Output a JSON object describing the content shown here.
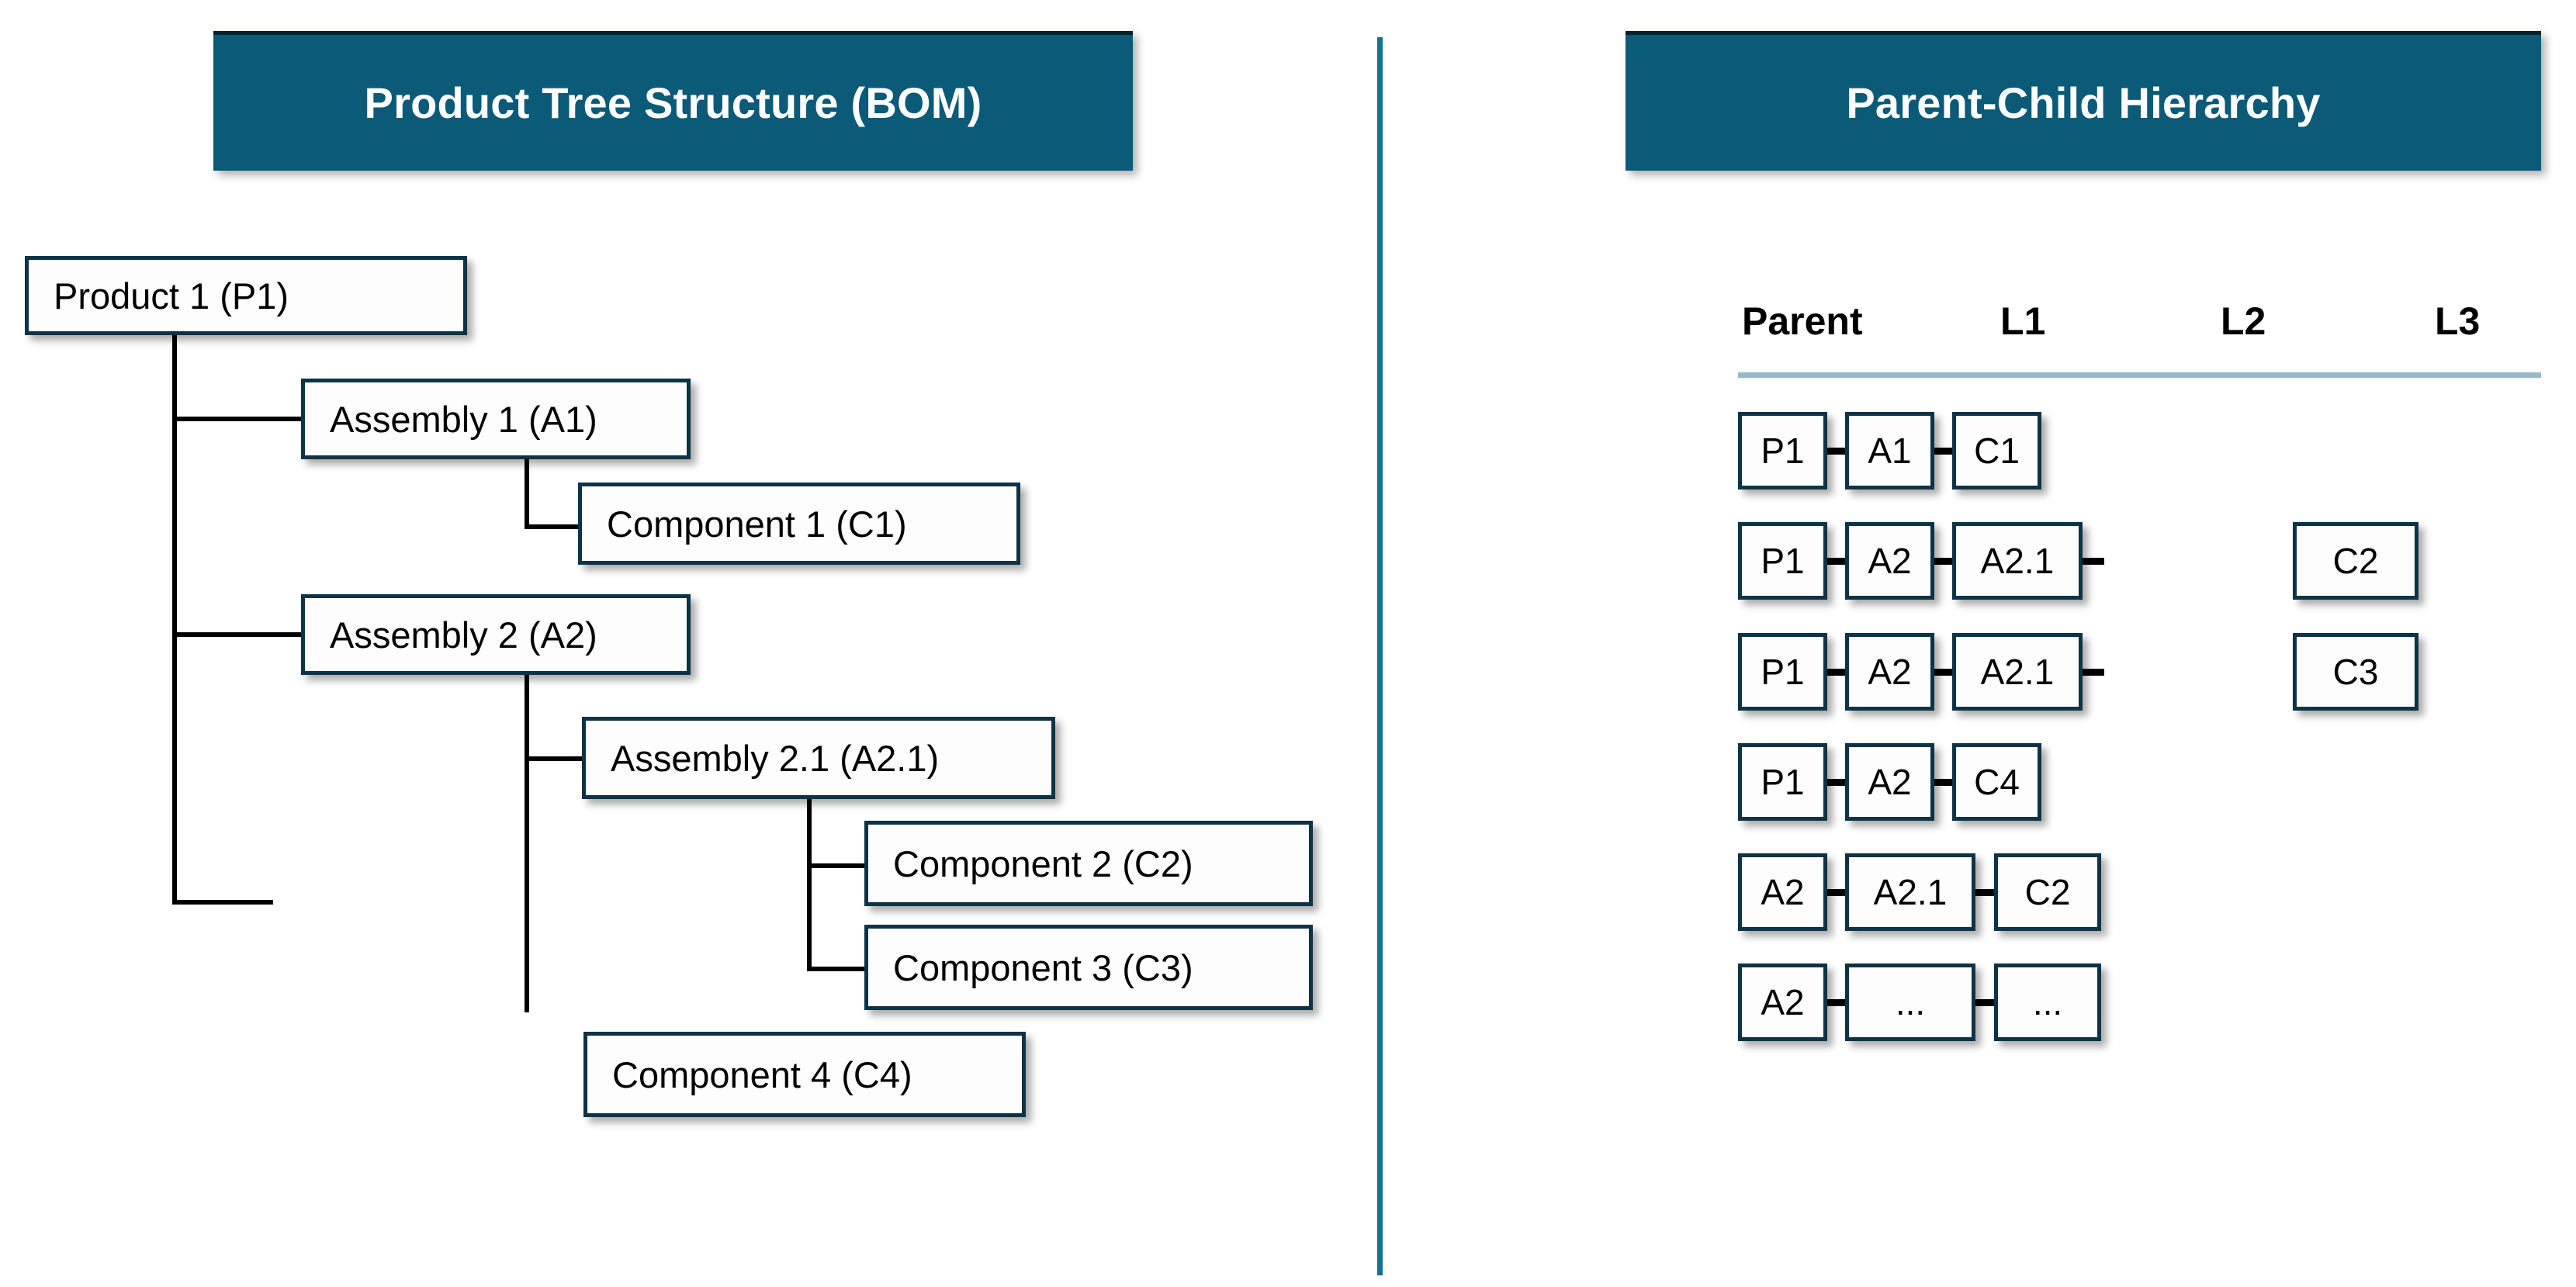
{
  "page": {
    "background_color": "#ffffff",
    "accent_color": "#0b5a78",
    "divider_color": "#16708f",
    "box_border_color": "#0d3347",
    "header_rule_color": "#96b9c9"
  },
  "left_panel": {
    "banner_title": "Product Tree Structure (BOM)",
    "tree_nodes": [
      {
        "id": "p1",
        "label": "Product 1 (P1)",
        "level": 0
      },
      {
        "id": "a1",
        "label": "Assembly 1 (A1)",
        "level": 1
      },
      {
        "id": "c1",
        "label": "Component 1 (C1)",
        "level": 2
      },
      {
        "id": "a2",
        "label": "Assembly 2 (A2)",
        "level": 1
      },
      {
        "id": "a21",
        "label": "Assembly 2.1 (A2.1)",
        "level": 2
      },
      {
        "id": "c2",
        "label": "Component 2 (C2)",
        "level": 3
      },
      {
        "id": "c3",
        "label": "Component 3 (C3)",
        "level": 3
      },
      {
        "id": "c4",
        "label": "Component 4 (C4)",
        "level": 2
      }
    ]
  },
  "right_panel": {
    "banner_title": "Parent-Child Hierarchy",
    "table": {
      "columns": [
        "Parent",
        "L1",
        "L2",
        "L3"
      ],
      "rows": [
        {
          "parent": "P1",
          "l1": "A1",
          "l2": "C1",
          "l3": ""
        },
        {
          "parent": "P1",
          "l1": "A2",
          "l2": "A2.1",
          "l3": "C2"
        },
        {
          "parent": "P1",
          "l1": "A2",
          "l2": "A2.1",
          "l3": "C3"
        },
        {
          "parent": "P1",
          "l1": "A2",
          "l2": "C4",
          "l3": ""
        },
        {
          "parent": "A2",
          "l1": "A2.1",
          "l2": "C2",
          "l3": ""
        },
        {
          "parent": "A2",
          "l1": "...",
          "l2": "...",
          "l3": ""
        }
      ]
    }
  }
}
